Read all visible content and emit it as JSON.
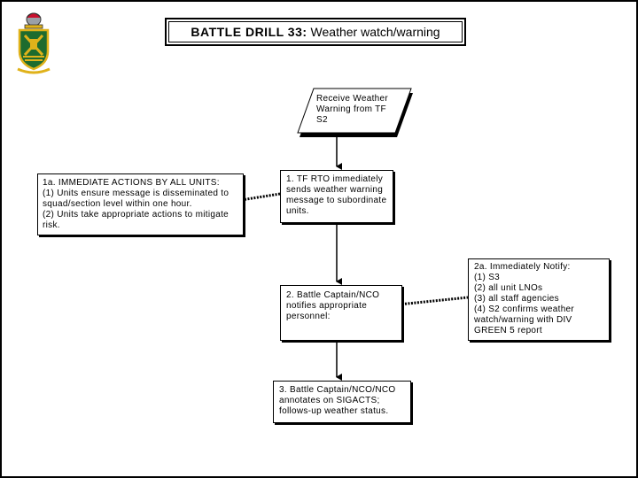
{
  "title": {
    "bold": "BATTLE DRILL 33:",
    "rest": "Weather watch/warning"
  },
  "nodes": {
    "start": "Receive Weather\nWarning from TF\nS2",
    "step1": "1.  TF RTO  immediately\nsends weather warning\nmessage to subordinate\nunits.",
    "step1a": "1a. IMMEDIATE ACTIONS BY ALL UNITS:\n(1)  Units ensure message is disseminated to\nsquad/section level within one hour.\n(2)  Units take appropriate actions to mitigate\nrisk.",
    "step2": "2.  Battle Captain/NCO\nnotifies appropriate\npersonnel:",
    "step2a": "2a. Immediately Notify:\n(1)  S3\n(2)  all unit LNOs\n(3)  all staff agencies\n(4)  S2 confirms weather\nwatch/warning with DIV\nGREEN 5 report",
    "step3": "3. Battle Captain/NCO/NCO\nannotates on SIGACTS;\nfollows-up weather status."
  },
  "colors": {
    "crest_green": "#1e6b2e",
    "crest_gold": "#e0b21a",
    "border": "#000000"
  },
  "icons": {
    "crest": "unit-crest-icon"
  }
}
